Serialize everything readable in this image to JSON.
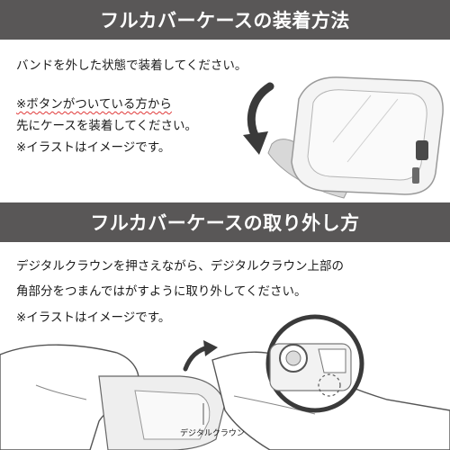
{
  "section1": {
    "title": "フルカバーケースの装着方法",
    "line1": "バンドを外した状態で装着してください。",
    "note1": "※ボタンがついている方から",
    "note2": "先にケースを装着してください。",
    "note3": "※イラストはイメージです。"
  },
  "section2": {
    "title": "フルカバーケースの取り外し方",
    "line1": "デジタルクラウンを押さえながら、デジタルクラウン上部の",
    "line2": "角部分をつまんではがすように取り外してください。",
    "note": "※イラストはイメージです。",
    "crown_label": "デジタルクラウン"
  },
  "colors": {
    "banner": "#595757",
    "underline": "#e03a3a",
    "arrow": "#3a3a3a"
  }
}
